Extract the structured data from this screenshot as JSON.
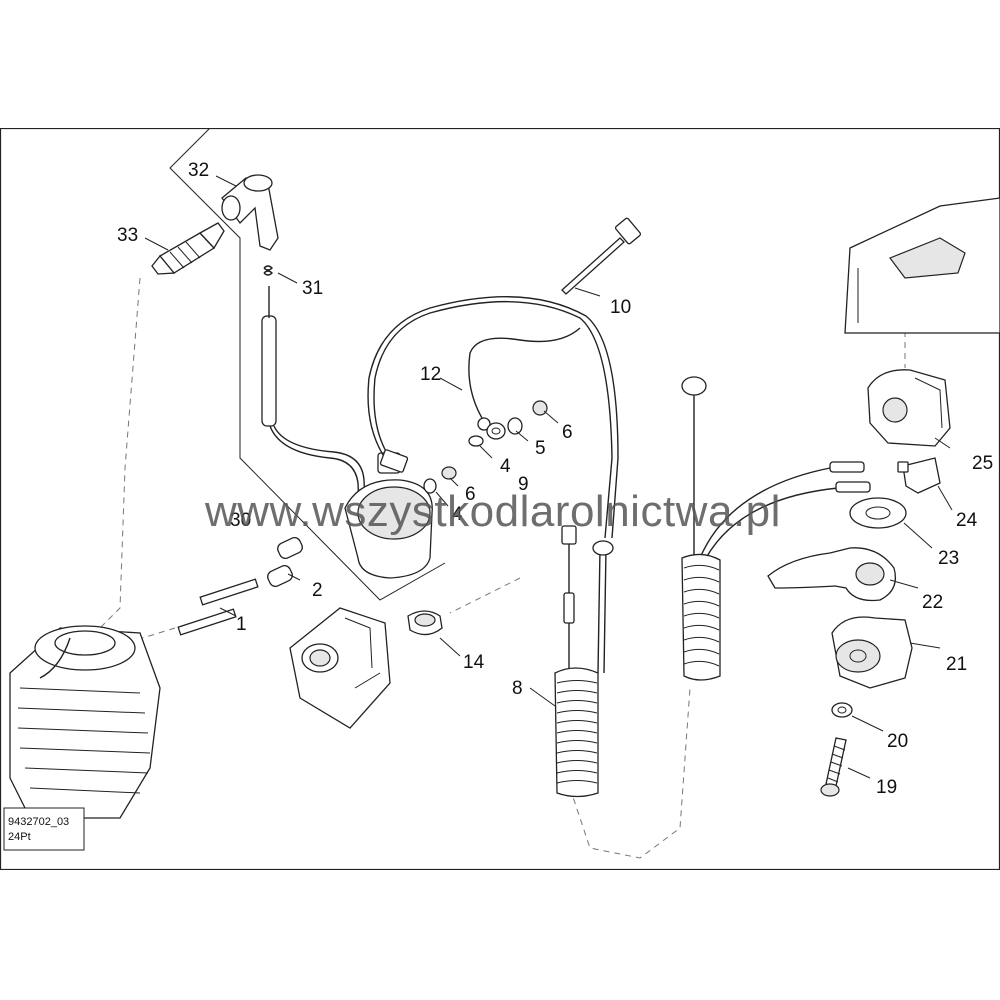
{
  "diagram": {
    "watermark": "www.wszystkodlarolnictwa.pl",
    "reference": {
      "code": "9432702_03",
      "size": "24Pt"
    },
    "callouts": {
      "c1": "1",
      "c2": "2",
      "c4a": "4",
      "c4b": "4",
      "c5": "5",
      "c6a": "6",
      "c6b": "6",
      "c8": "8",
      "c9": "9",
      "c10": "10",
      "c12": "12",
      "c14": "14",
      "c19": "19",
      "c20": "20",
      "c21": "21",
      "c22": "22",
      "c23": "23",
      "c24": "24",
      "c25": "25",
      "c30": "30",
      "c31": "31",
      "c32": "32",
      "c33": "33"
    }
  }
}
